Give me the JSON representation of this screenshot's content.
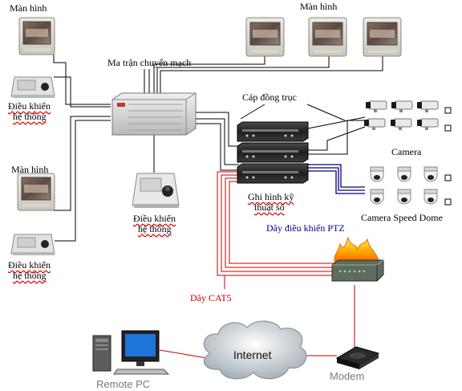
{
  "labels": {
    "monitor_top_left": "Màn hình",
    "monitor_top_right": "Màn hình",
    "monitor_mid_left": "Màn hình",
    "matrix": "Ma trận chuyển mạch",
    "coax": "Cáp đồng trục",
    "camera": "Camera",
    "camera_dome": "Camera Speed Dome",
    "dvr_line1": "Ghi hình kỹ",
    "dvr_line2": "thuật số",
    "ptz_cable": "Dây điều khiển PTZ",
    "ctrl_tl_line1": "Điều khiển",
    "ctrl_tl_line2": "hệ thống",
    "ctrl_center_line1": "Điều khiển",
    "ctrl_center_line2": "hệ thống",
    "ctrl_bl_line1": "Điều khiển",
    "ctrl_bl_line2": "hệ thống",
    "cat5": "Dây CAT5",
    "internet": "Internet",
    "modem": "Modem",
    "remote_pc": "Remote PC"
  },
  "colors": {
    "line": "#000000",
    "cat5_line": "#c00000",
    "ptz_line": "#000080",
    "cat5_label": "#c00000",
    "ptz_label": "#000080",
    "gray_text": "#7a7a7a"
  }
}
